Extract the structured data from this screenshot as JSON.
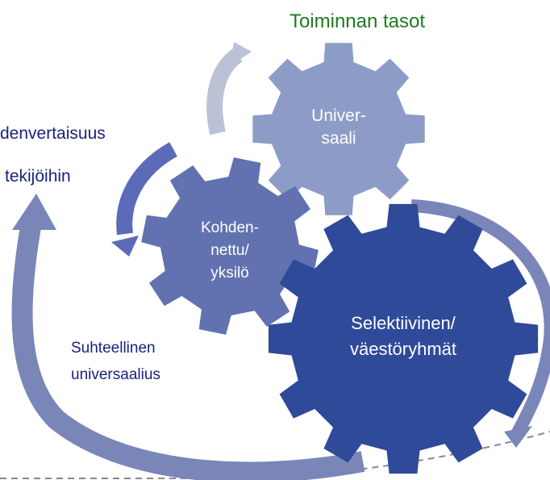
{
  "title": "Toiminnan tasot",
  "left_text": {
    "line1": "denvertaisuus",
    "line2": "tekijöihin"
  },
  "relative_universalism": {
    "line1": "Suhteellinen",
    "line2": "universaalius"
  },
  "gears": {
    "universal": {
      "line1": "Univer-",
      "line2": "saali",
      "color": "#8d9cc7"
    },
    "targeted": {
      "line1": "Kohden-",
      "line2": "nettu/",
      "line3": "yksilö",
      "color": "#6272b0"
    },
    "selective": {
      "line1": "Selektiivinen/",
      "line2": "väestöryhmät",
      "color": "#2f4a99"
    }
  },
  "colors": {
    "title": "#1e7a1e",
    "text": "#1a237e",
    "arrow_light": "#bcc2d6",
    "arrow_mid": "#5b6bb8",
    "arrow_outer": "#7a86b8"
  }
}
